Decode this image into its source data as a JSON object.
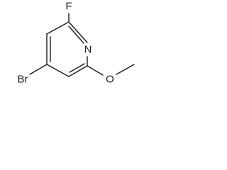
{
  "molecule": {
    "atom_labels": {
      "fluorine": "F",
      "nitrogen": "N",
      "bromine": "Br",
      "oxygen": "O"
    }
  }
}
